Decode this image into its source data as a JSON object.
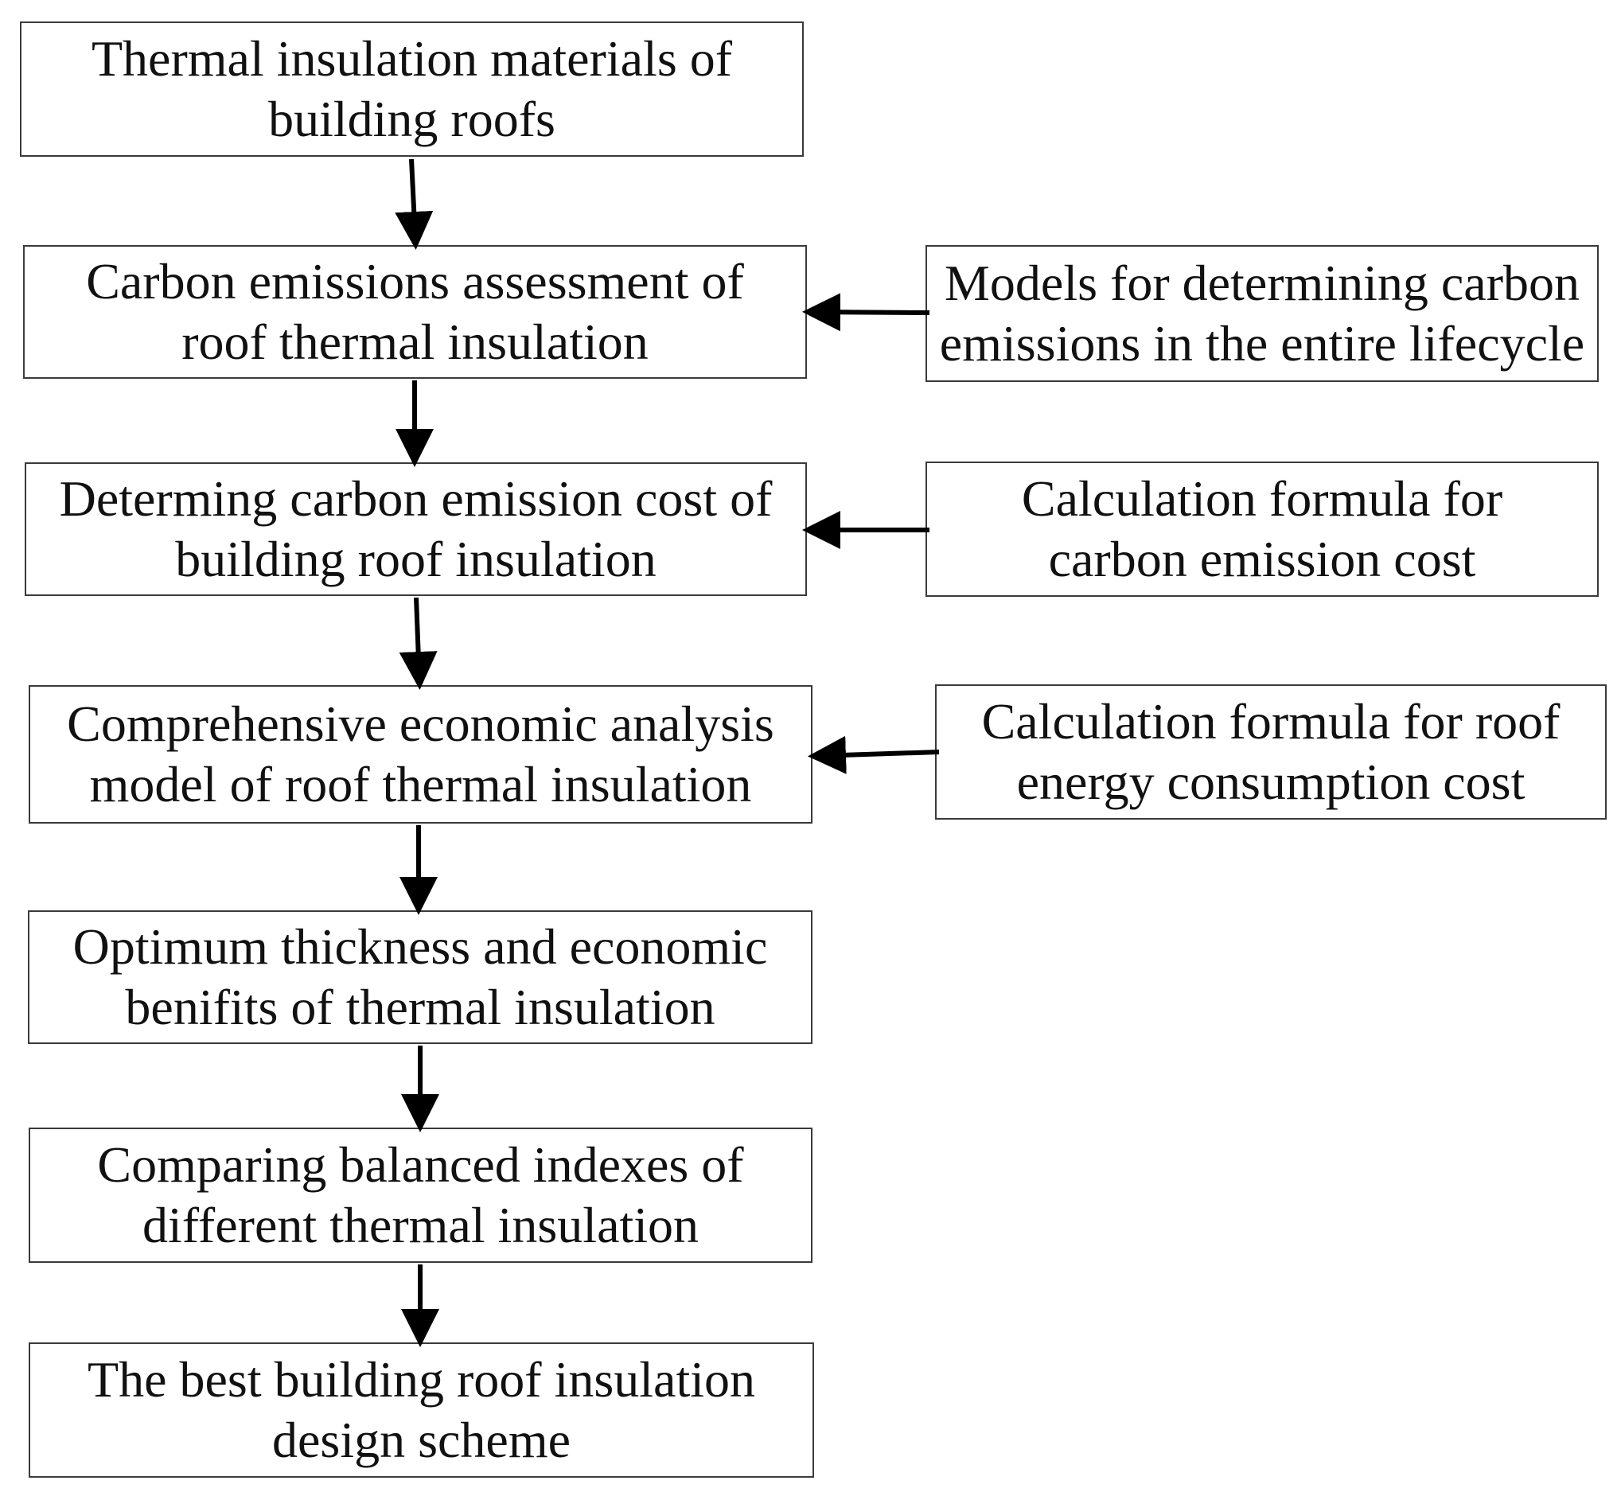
{
  "main_flow": [
    {
      "id": "materials",
      "text": "Thermal insulation materials of\nbuilding roofs"
    },
    {
      "id": "assessment",
      "text": "Carbon emissions assessment of\nroof thermal insulation"
    },
    {
      "id": "cost",
      "text": "Determing carbon emission cost of\nbuilding roof insulation"
    },
    {
      "id": "analysis",
      "text": "Comprehensive economic analysis\nmodel of roof thermal insulation"
    },
    {
      "id": "thickness",
      "text": "Optimum thickness and economic\nbenifits of thermal insulation"
    },
    {
      "id": "comparison",
      "text": "Comparing balanced indexes of\ndifferent  thermal insulation"
    },
    {
      "id": "scheme",
      "text": "The best building roof insulation\ndesign scheme"
    }
  ],
  "side_inputs": [
    {
      "id": "models",
      "text": "Models for determining carbon\nemissions in the entire lifecycle",
      "feeds": "assessment"
    },
    {
      "id": "formula-carbon",
      "text": "Calculation formula for\ncarbon emission cost",
      "feeds": "cost"
    },
    {
      "id": "formula-energy",
      "text": "Calculation formula for roof\nenergy consumption cost",
      "feeds": "analysis"
    }
  ]
}
